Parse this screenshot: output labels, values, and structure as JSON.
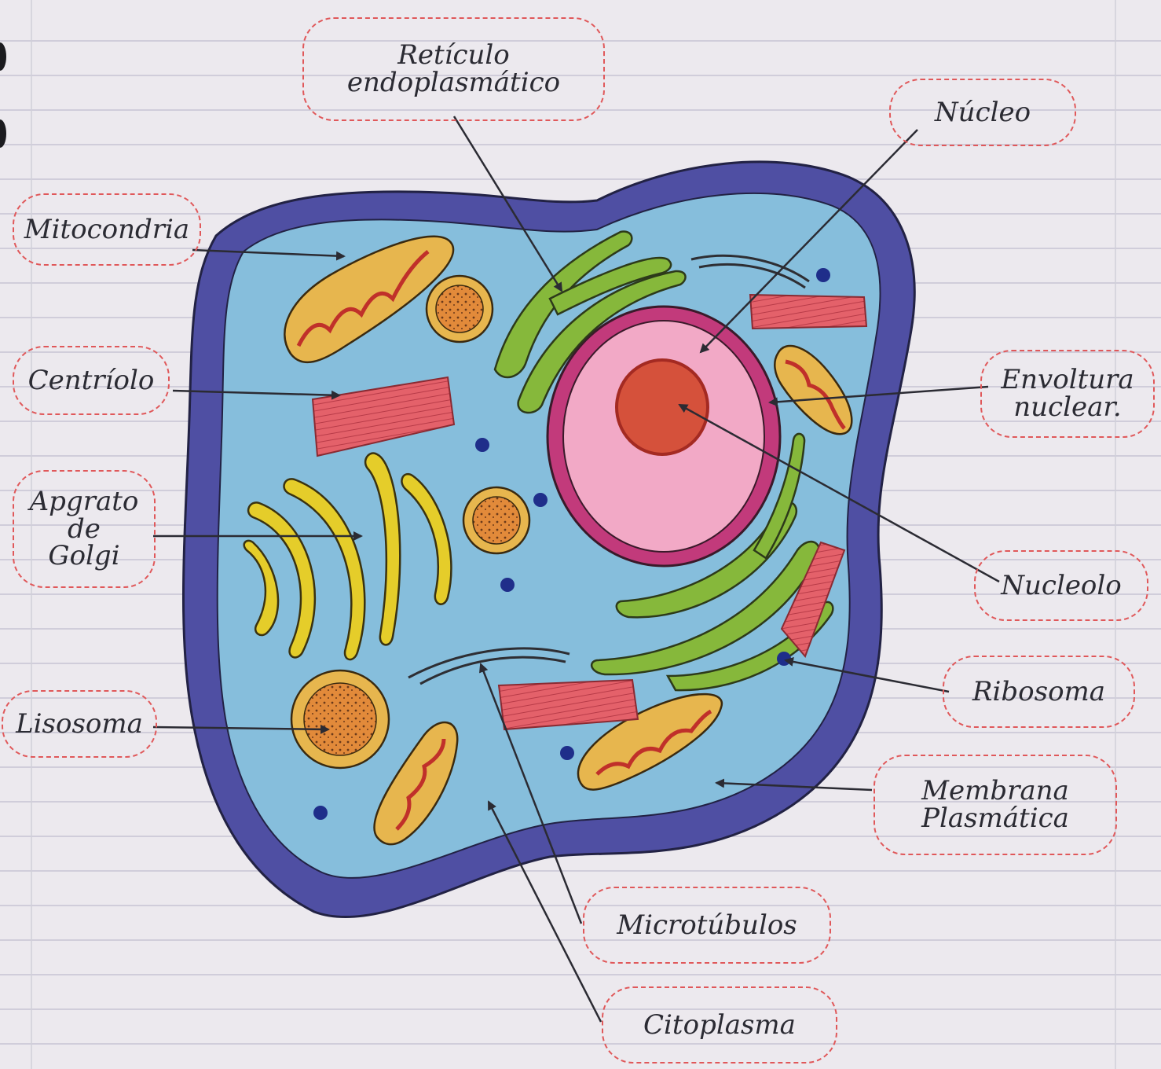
{
  "diagram": {
    "colors": {
      "paper": "#ece9ee",
      "ruled_lines": "#c7c4d3",
      "label_cloud": "#e0585a",
      "membrane": "#4f4fa3",
      "cytoplasm": "#86bedc",
      "nucleus": "#f2a9c6",
      "nucleolus": "#d5513b",
      "endoplasmic_reticulum": "#86b83b",
      "golgi": "#e5cd2a",
      "mitochondria": "#e7b64e",
      "centriole": "#e4616a",
      "lysosome": "#e28a3a",
      "ribosome": "#1f2e8a"
    },
    "labels": {
      "reticulo": "Retículo\nendoplasmático",
      "nucleo": "Núcleo",
      "mitocondria": "Mitocondria",
      "centriolo": "Centríolo",
      "envoltura": "Envoltura\nnuclear.",
      "golgi": "Apgrato\nde\nGolgi",
      "nucleolo": "Nucleolo",
      "ribosoma": "Ribosoma",
      "lisosoma": "Lisosoma",
      "membrana": "Membrana\nPlasmática",
      "microtubulos": "Microtúbulos",
      "citoplasma": "Citoplasma"
    }
  }
}
